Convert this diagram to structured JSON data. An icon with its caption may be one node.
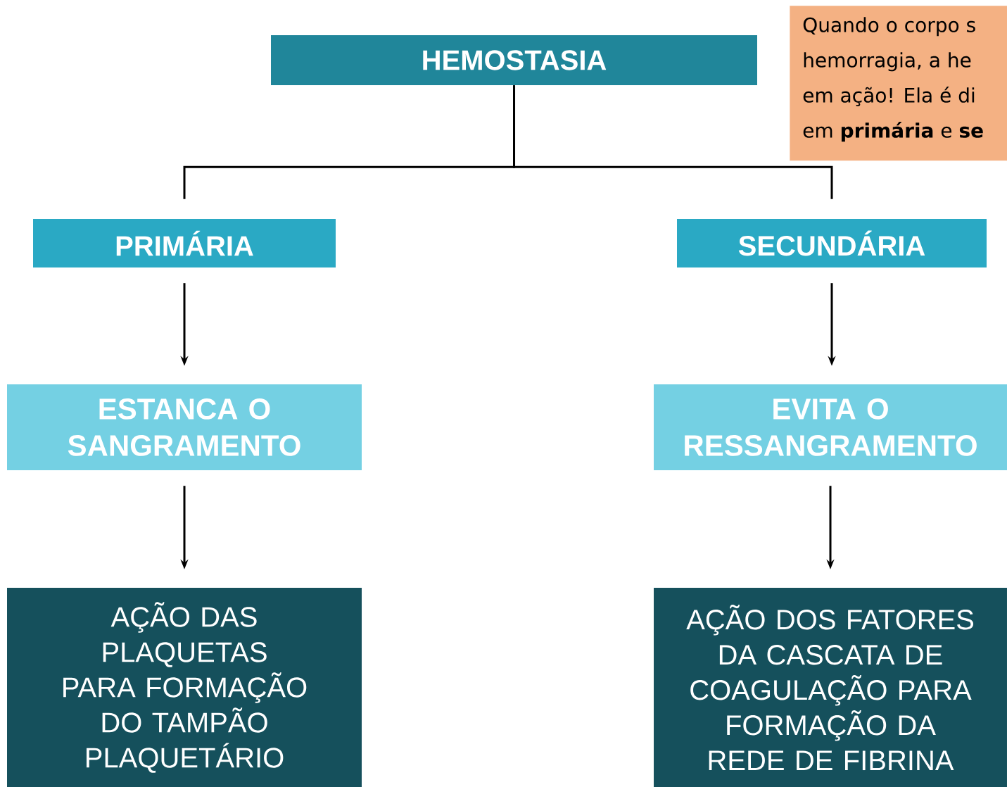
{
  "diagram": {
    "nodes": [
      {
        "text": [
          "HEMOSTASIA"
        ]
      },
      {
        "text": [
          "PRIMÁRIA"
        ]
      },
      {
        "text": [
          "SECUNDÁRIA"
        ]
      },
      {
        "text": [
          "ESTANCA O SANGRAMENTO"
        ]
      },
      {
        "text": [
          "EVITA O RESSANGRAMENTO"
        ]
      },
      {
        "text": [
          "AÇÃO DAS PLAQUETAS PARA FORMAÇÃO DO TAMPÃO PLAQUETÁRIO"
        ]
      },
      {
        "text": [
          "AÇÃO DOS FATORES DA CASCATA DE COAGULAÇÃO PARA FORMAÇÃO DA REDE DE FIBRINA"
        ]
      },
      {
        "text": [
          "Quando o corpo s",
          "hemorragia, a he",
          "em ação! Ela é di",
          "em **primária** e **se**"
        ]
      }
    ],
    "edges": [
      {
        "from": 0,
        "to": 1,
        "arrow": "none"
      },
      {
        "from": 0,
        "to": 2,
        "arrow": "none"
      },
      {
        "from": 1,
        "to": 3,
        "arrow": "to"
      },
      {
        "from": 3,
        "to": 5,
        "arrow": "to"
      },
      {
        "from": 2,
        "to": 4,
        "arrow": "to"
      },
      {
        "from": 4,
        "to": 6,
        "arrow": "to"
      }
    ]
  }
}
